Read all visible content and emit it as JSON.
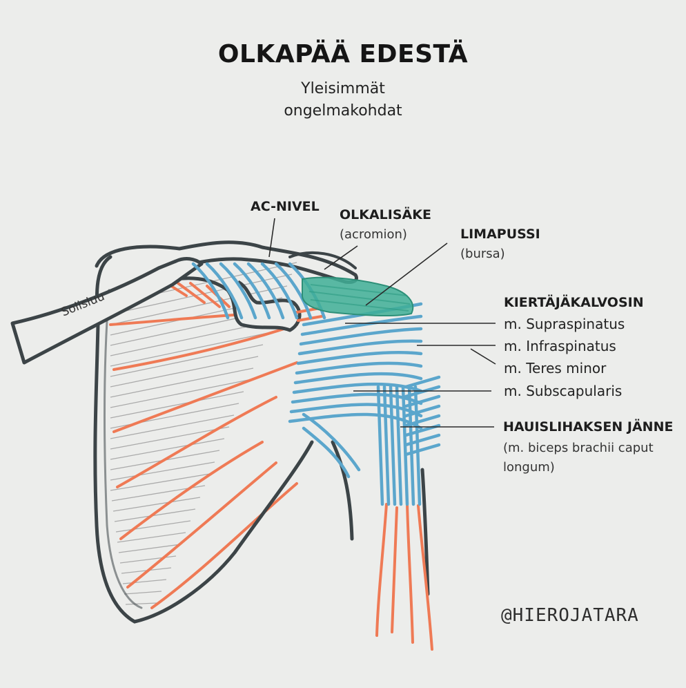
{
  "title": "OLKAPÄÄ EDESTÄ",
  "subtitle_lines": [
    "Yleisimmät",
    "ongelmakohdat"
  ],
  "labels": {
    "ac_nivel": "AC-NIVEL",
    "olkalisake": "OLKALISÄKE",
    "acromion": "(acromion)",
    "limapussi": "LIMAPUSSI",
    "bursa": "(bursa)",
    "kiertajakalvosin": "KIERTÄJÄKALVOSIN",
    "supraspinatus": "m. Supraspinatus",
    "infraspinatus": "m. Infraspinatus",
    "teres_minor": "m. Teres minor",
    "subscapularis": "m. Subscapularis",
    "hauislihaksen_janne": "HAUISLIHAKSEN JÄNNE",
    "biceps_line1": "(m. biceps brachii caput",
    "biceps_line2": "longum)",
    "solisluu": "Solisluu"
  },
  "signature": "@HIEROJATARA",
  "colors": {
    "background": "#ecedeb",
    "bone_outline": "#3c4447",
    "muscle_orange": "#ef7a55",
    "tendon_blue": "#5ba6cc",
    "bursa_green": "#3fae96",
    "pencil_gray": "#9a9a9a"
  }
}
